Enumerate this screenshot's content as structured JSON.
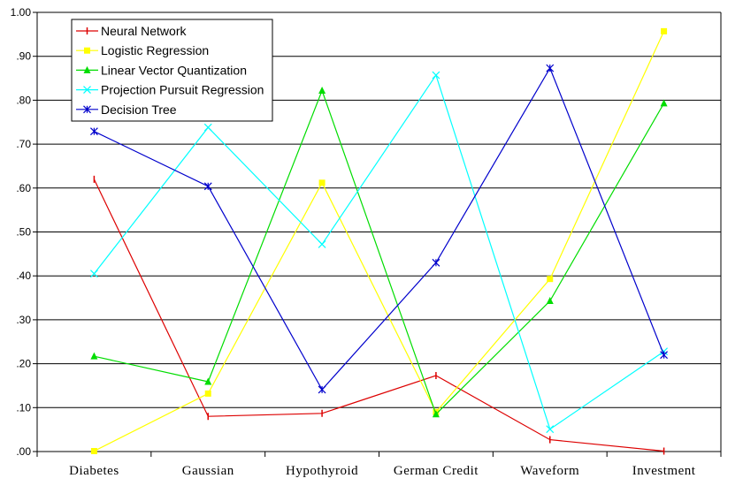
{
  "chart_data": {
    "type": "line",
    "title": "",
    "xlabel": "",
    "ylabel": "",
    "ylim": [
      0,
      1
    ],
    "y_ticks": [
      ".00",
      ".10",
      ".20",
      ".30",
      ".40",
      ".50",
      ".60",
      ".70",
      ".80",
      ".90",
      "1.00"
    ],
    "grid": "horizontal",
    "legend_position": "top-left",
    "categories": [
      "Diabetes",
      "Gaussian",
      "Hypothyroid",
      "German Credit",
      "Waveform",
      "Investment"
    ],
    "series": [
      {
        "name": "Neural Network",
        "color": "#dd0000",
        "marker": "tick-icon",
        "values": [
          0.62,
          0.08,
          0.087,
          0.173,
          0.027,
          0.001
        ]
      },
      {
        "name": "Logistic Regression",
        "color": "#ffff00",
        "marker": "square-icon",
        "values": [
          0.001,
          0.132,
          0.612,
          0.09,
          0.393,
          0.957
        ]
      },
      {
        "name": "Linear Vector Quantization",
        "color": "#00dd00",
        "marker": "triangle-icon",
        "values": [
          0.217,
          0.159,
          0.822,
          0.085,
          0.343,
          0.793
        ]
      },
      {
        "name": "Projection Pursuit Regression",
        "color": "#00ffff",
        "marker": "x-icon",
        "values": [
          0.405,
          0.738,
          0.472,
          0.857,
          0.051,
          0.228
        ]
      },
      {
        "name": "Decision Tree",
        "color": "#0000cc",
        "marker": "asterisk-icon",
        "values": [
          0.729,
          0.604,
          0.141,
          0.43,
          0.873,
          0.22
        ]
      }
    ]
  }
}
